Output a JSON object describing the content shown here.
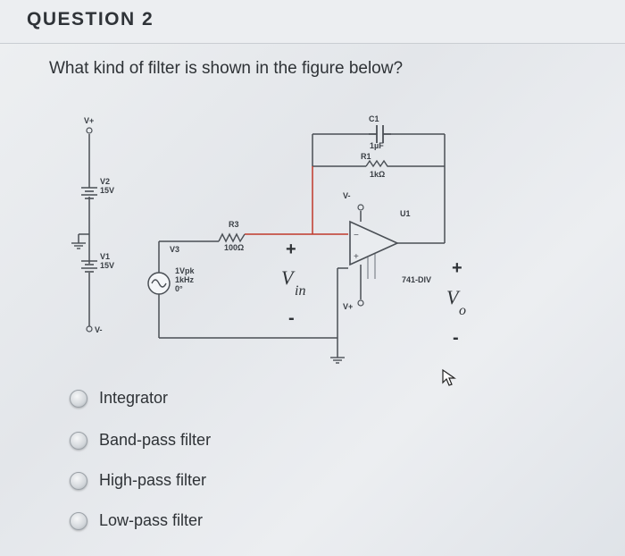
{
  "question": {
    "title": "QUESTION 2",
    "prompt": "What kind of filter is shown in the figure below?"
  },
  "circuit": {
    "labels": {
      "v_plus_top": "V+",
      "v2": "V2",
      "v2_value": "15V",
      "v1": "V1",
      "v1_value": "15V",
      "v_minus_bottom": "V-",
      "v3": "V3",
      "v3_amp": "1Vpk",
      "v3_freq": "1kHz",
      "v3_phase": "0°",
      "r3": "R3",
      "r3_value": "100Ω",
      "c1": "C1",
      "c1_value": "1µF",
      "r1": "R1",
      "r1_value": "1kΩ",
      "u1": "U1",
      "opamp_model": "741-DIV",
      "v_minus_pin": "V-",
      "v_plus_pin": "V+",
      "vin_plus": "+",
      "vin_minus": "-",
      "vin_v": "V",
      "vin_sub": "in",
      "vo_plus": "+",
      "vo_minus": "-",
      "vo_v": "V",
      "vo_sub": "o"
    }
  },
  "answers": [
    {
      "label": "Integrator"
    },
    {
      "label": "Band-pass filter"
    },
    {
      "label": "High-pass filter"
    },
    {
      "label": "Low-pass filter"
    }
  ]
}
